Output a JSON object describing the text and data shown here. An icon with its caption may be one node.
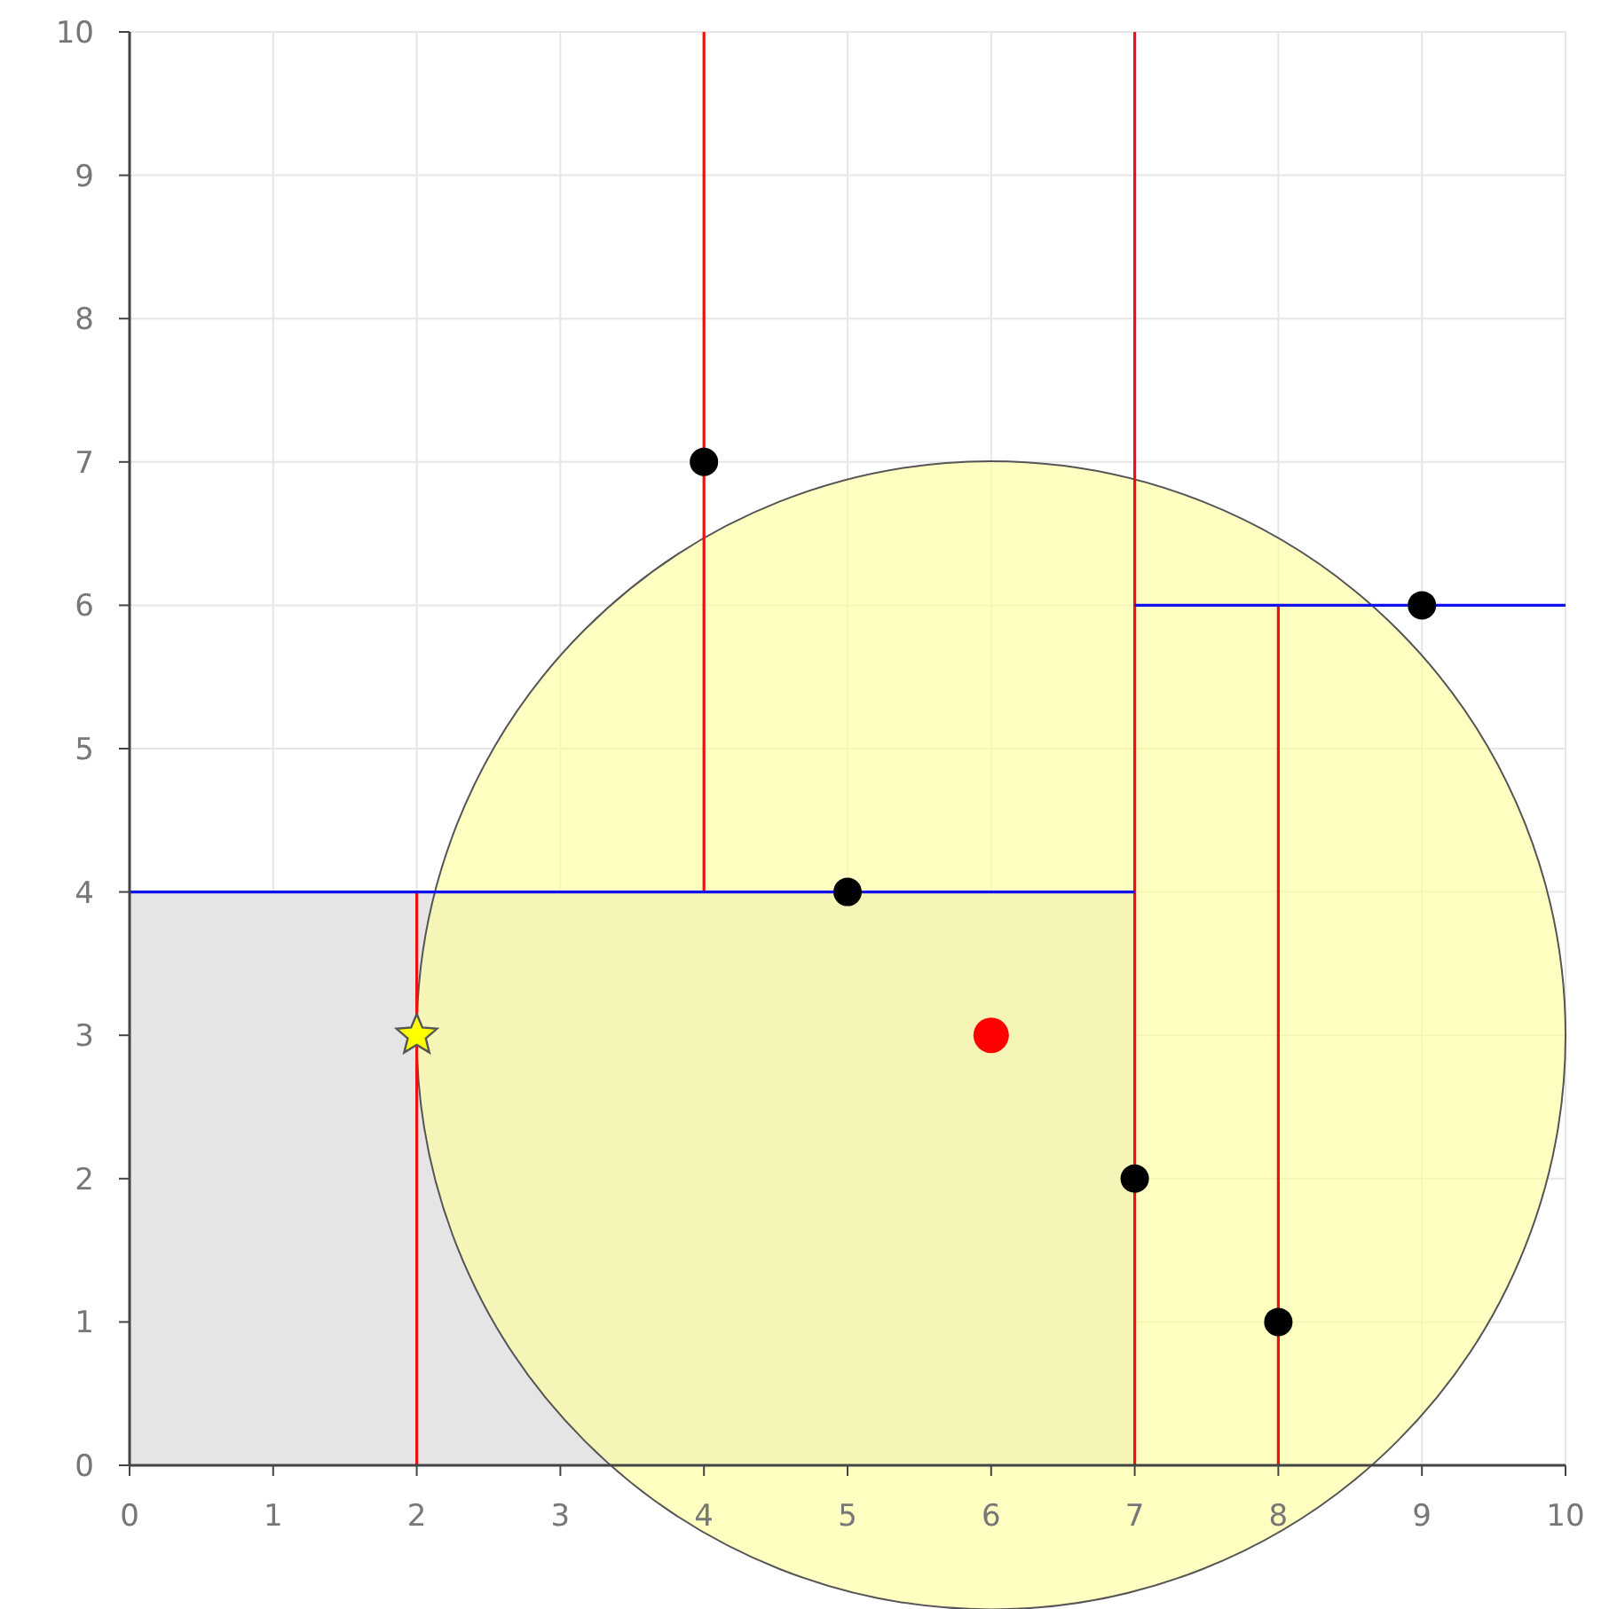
{
  "diagram": {
    "chart_data": {
      "type": "scatter",
      "xlim": [
        0,
        10
      ],
      "ylim": [
        0,
        10
      ],
      "xticks": [
        0,
        1,
        2,
        3,
        4,
        5,
        6,
        7,
        8,
        9,
        10
      ],
      "yticks": [
        0,
        1,
        2,
        3,
        4,
        5,
        6,
        7,
        8,
        9,
        10
      ],
      "x": [
        2,
        4,
        5,
        6,
        7,
        8,
        9
      ],
      "grid": true,
      "ref_lines": [
        {
          "axis": "x",
          "value": 2,
          "color": "#ee1111"
        },
        {
          "axis": "x",
          "value": 4,
          "color": "#ee1111"
        },
        {
          "axis": "x",
          "value": 7,
          "color": "#ee1111"
        },
        {
          "axis": "x",
          "value": 8,
          "color": "#ee1111"
        },
        {
          "axis": "y",
          "value": 4,
          "color": "#1111ee"
        },
        {
          "axis": "y",
          "value": 6,
          "color": "#1111ee"
        }
      ],
      "series": [
        {
          "color": "#000000",
          "values": [
            null,
            7,
            4,
            null,
            2,
            1,
            6
          ]
        },
        {
          "color": "#ffff00",
          "values": [
            3,
            null,
            null,
            null,
            null,
            null,
            null
          ]
        },
        {
          "color": "#ff0000",
          "values": [
            null,
            null,
            null,
            3,
            null,
            null,
            null
          ]
        }
      ]
    }
  }
}
